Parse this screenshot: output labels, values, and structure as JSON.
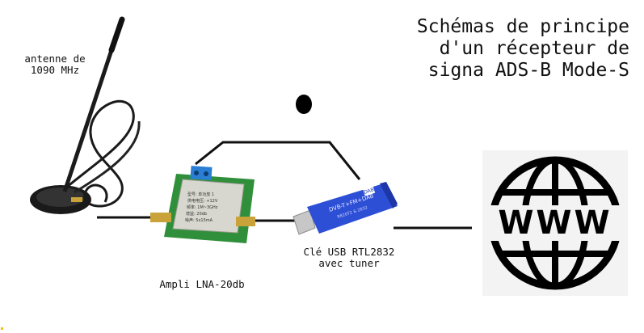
{
  "title": "Schémas de principe\nd'un récepteur de\nsigna ADS-B Mode-S",
  "labels": {
    "antenna": "antenne de\n1090 MHz",
    "amplifier": "Ampli LNA-20db",
    "usb_key": "Clé USB RTL2832\navec tuner"
  },
  "usb_body_text": "DVB-T+FM+DAB",
  "usb_logo_text": "DAB",
  "usb_small_text": "R820T2 & 2832",
  "amp_chip_lines": [
    "型号: 单功放 1",
    "供电电压: +12V",
    "频率: 1M~3GHz",
    "增益: 20db",
    "噪声: 5x15mA"
  ],
  "www_text": "WWW",
  "colors": {
    "usb_blue": "#2d4fd6",
    "pcb_green": "#2f8f3a",
    "terminal_blue": "#2a7fd4",
    "line": "#111111"
  }
}
